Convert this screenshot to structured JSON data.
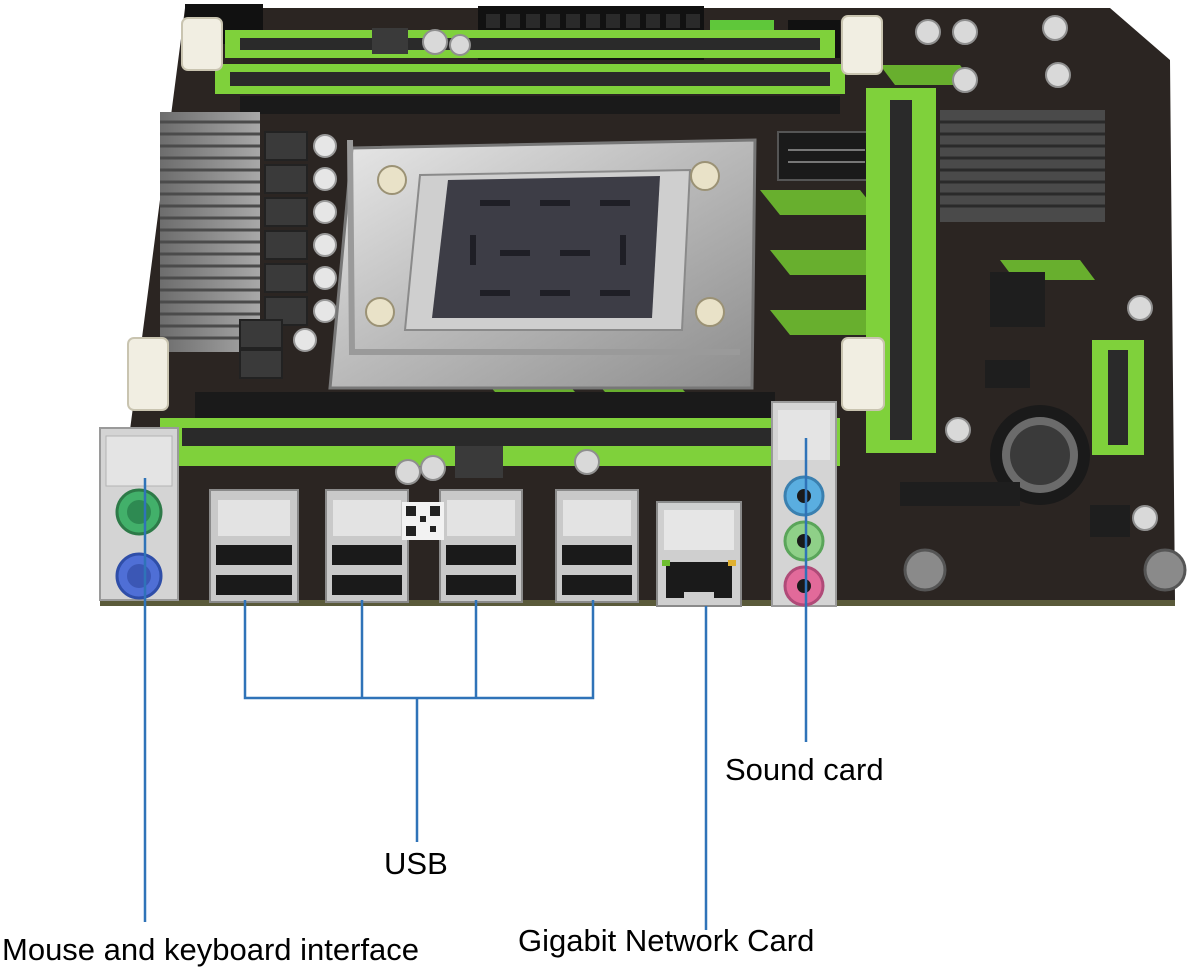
{
  "labels": {
    "mouse_keyboard": "Mouse and keyboard interface",
    "usb": "USB",
    "network": "Gigabit Network Card",
    "sound": "Sound card"
  },
  "colors": {
    "pcb": "#2b2522",
    "accent_green": "#7fd13b",
    "leader_line": "#2f73b8",
    "usb_metal": "#c9c9c9",
    "ps2_mouse": "#42b06a",
    "ps2_keyboard": "#4f6fd6",
    "audio_line_in": "#5aaee0",
    "audio_line_out": "#8fd088",
    "audio_mic": "#e26a9a"
  },
  "icons": [
    "cpu-socket-icon",
    "ram-slot-icon",
    "pcie-slot-icon",
    "heatsink-icon",
    "usb-port-icon",
    "rj45-port-icon",
    "audio-jack-icon",
    "ps2-port-icon",
    "cmos-battery-icon"
  ]
}
